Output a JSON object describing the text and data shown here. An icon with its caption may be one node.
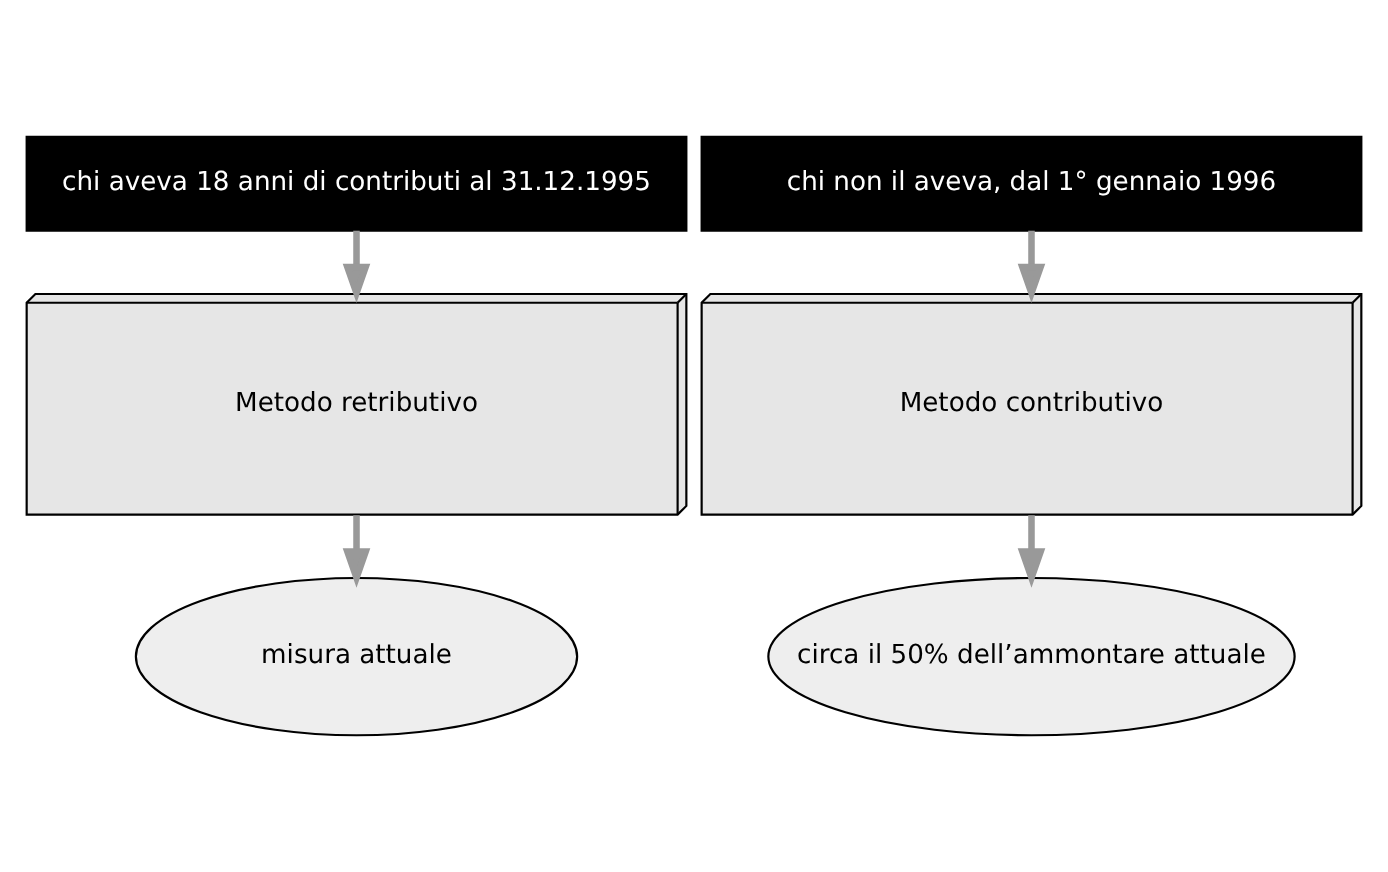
{
  "diagram": {
    "nodes": [
      {
        "text": [
          "chi aveva 18 anni di contributi al 31.12.1995"
        ]
      },
      {
        "text": [
          "chi non il aveva, dal 1° gennaio 1996"
        ]
      },
      {
        "text": [
          "Metodo retributivo"
        ]
      },
      {
        "text": [
          "Metodo contributivo"
        ]
      },
      {
        "text": [
          "misura attuale"
        ]
      },
      {
        "text": [
          "circa il 50% dell’ammontare attuale"
        ]
      }
    ],
    "edges": [
      {
        "from": 0,
        "to": 2,
        "arrow": "to"
      },
      {
        "from": 1,
        "to": 3,
        "arrow": "to"
      },
      {
        "from": 2,
        "to": 4,
        "arrow": "to"
      },
      {
        "from": 3,
        "to": 5,
        "arrow": "to"
      }
    ]
  }
}
